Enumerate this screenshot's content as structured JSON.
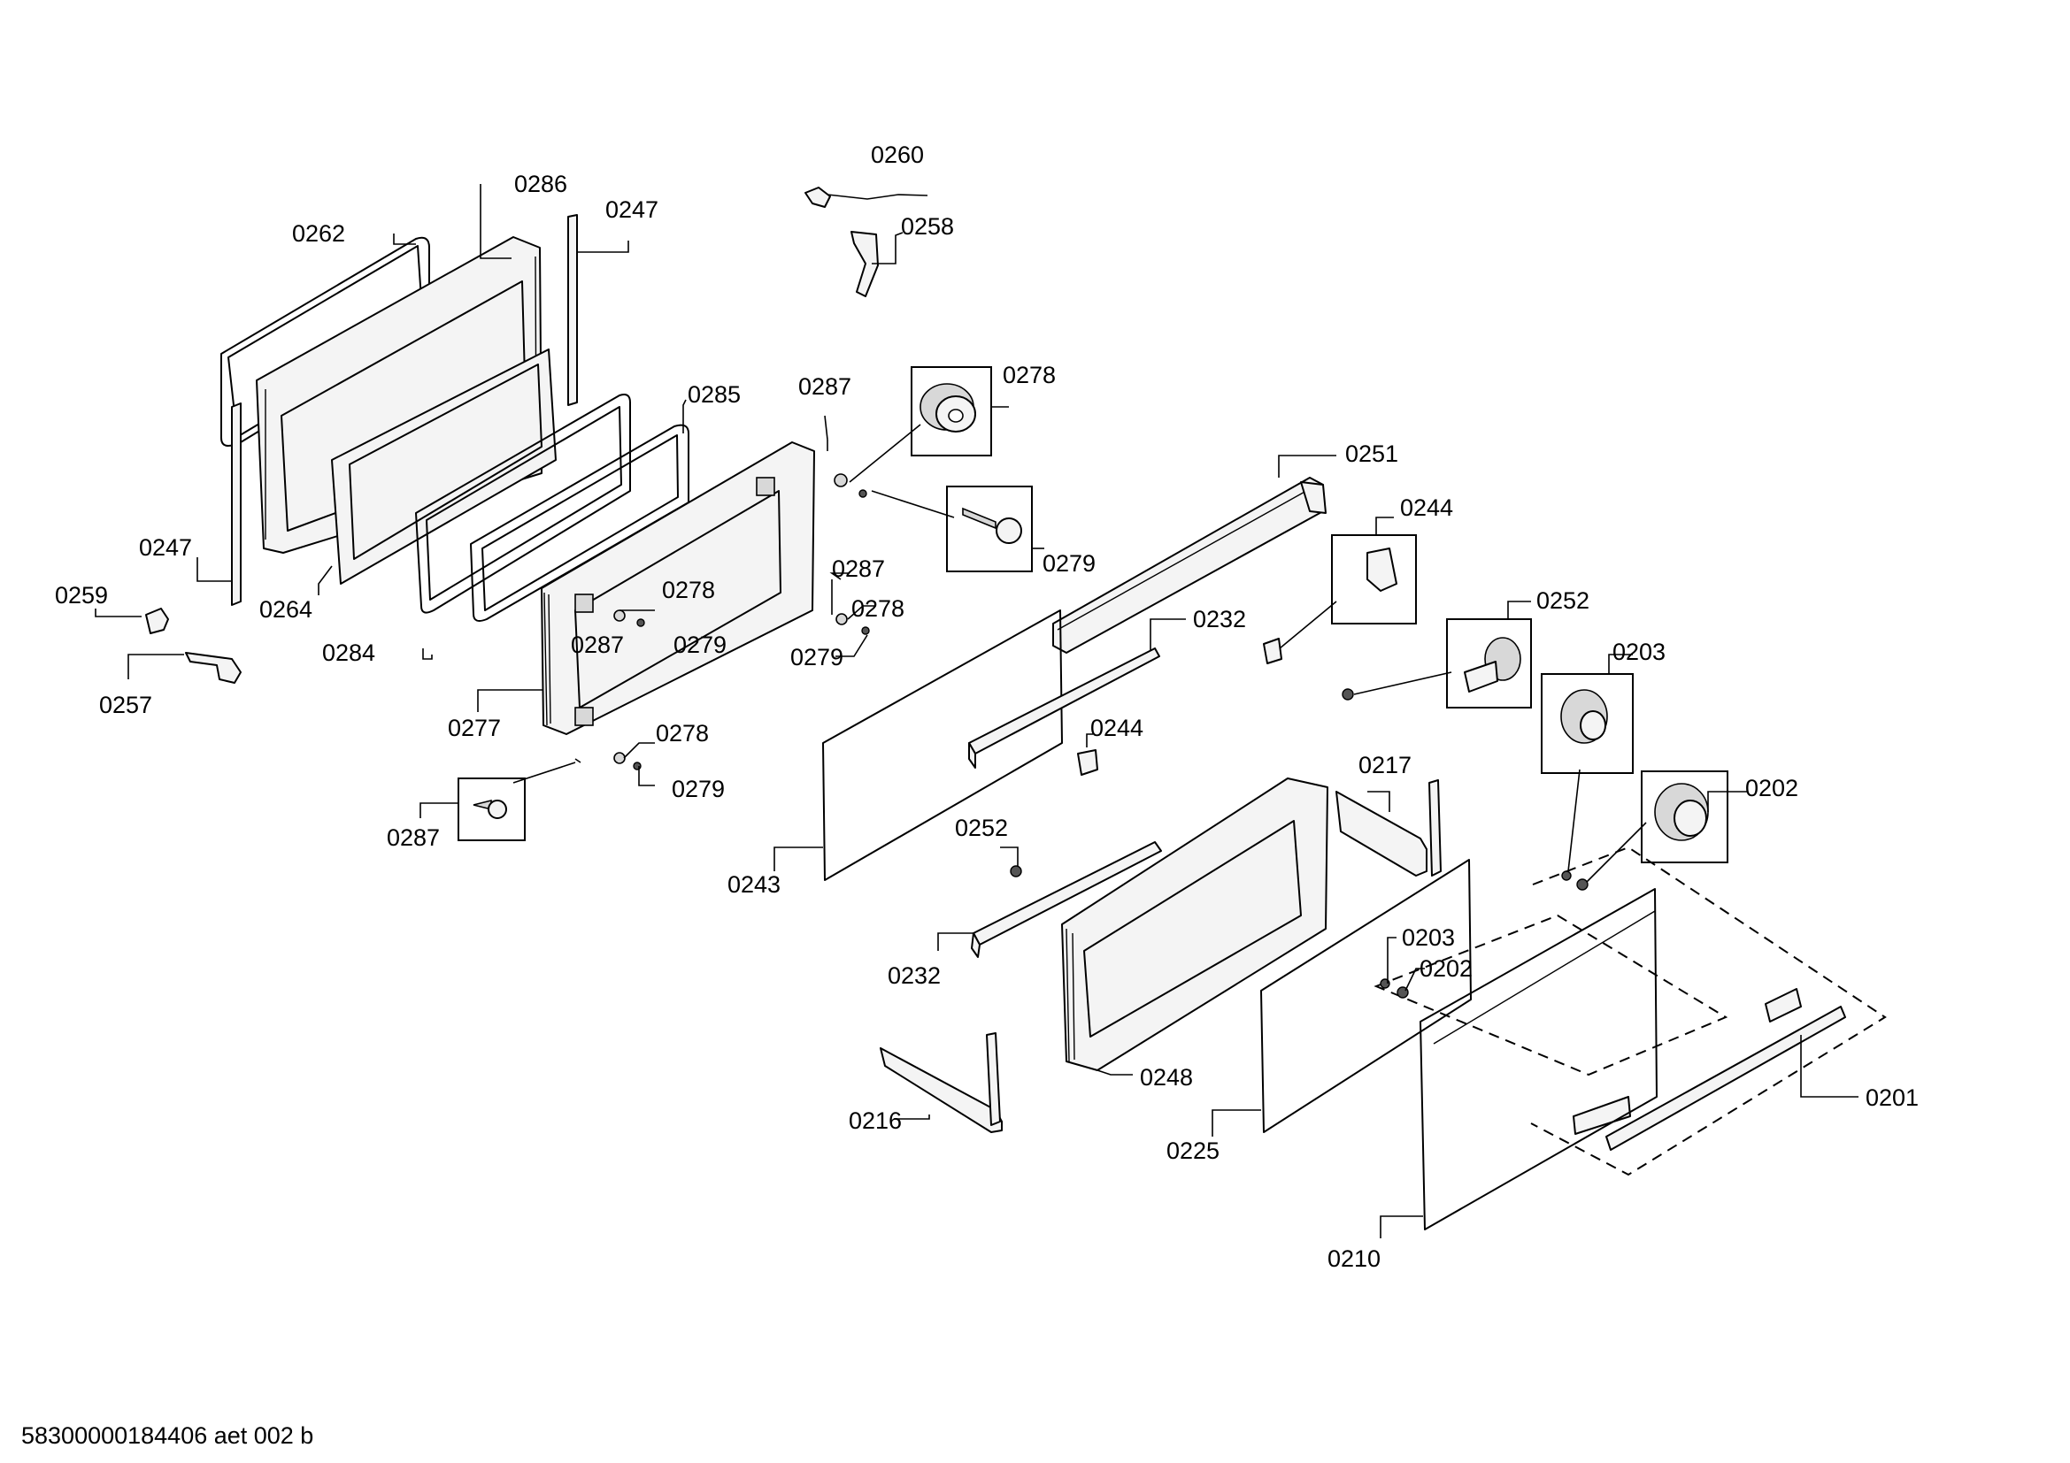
{
  "diagram": {
    "callouts": {
      "c0260": "0260",
      "c0258": "0258",
      "c0286": "0286",
      "c0247a": "0247",
      "c0262": "0262",
      "c0285": "0285",
      "c0287a": "0287",
      "c0278a": "0278",
      "c0251": "0251",
      "c0279a": "0279",
      "c0244a": "0244",
      "c0247b": "0247",
      "c0264": "0264",
      "c0259": "0259",
      "c0278b": "0278",
      "c0287b": "0287",
      "c0278c": "0278",
      "c0252a": "0252",
      "c0287c": "0287",
      "c0279b": "0279",
      "c0279c": "0279",
      "c0232a": "0232",
      "c0284": "0284",
      "c0203a": "0203",
      "c0257": "0257",
      "c0277": "0277",
      "c0244b": "0244",
      "c0278d": "0278",
      "c0217": "0217",
      "c0279d": "0279",
      "c0202a": "0202",
      "c0287d": "0287",
      "c0252b": "0252",
      "c0243": "0243",
      "c0203b": "0203",
      "c0232b": "0232",
      "c0202b": "0202",
      "c0248": "0248",
      "c0201": "0201",
      "c0216": "0216",
      "c0225": "0225",
      "c0210": "0210"
    },
    "doc_id": "58300000184406 aet 002 b"
  }
}
